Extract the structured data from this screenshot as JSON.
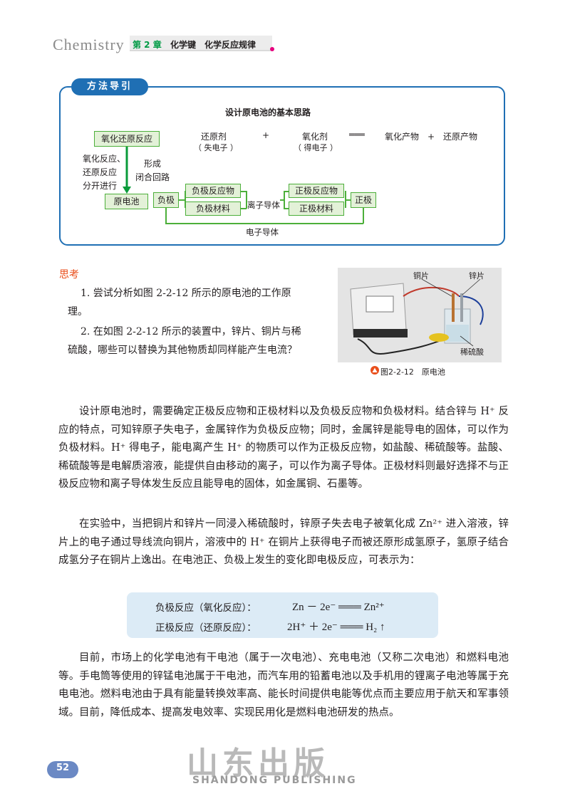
{
  "header": {
    "brand": "Chemistry",
    "chapter": "第 2 章",
    "chapter_title": "化学键　化学反应规律"
  },
  "method": {
    "tag": "方法导引",
    "diagram_title": "设计原电池的基本思路",
    "box_redox": "氧化还原反应",
    "left_note": [
      "氧化反应、",
      "还原反应",
      "分开进行"
    ],
    "mid_note": [
      "形成",
      "闭合回路"
    ],
    "box_cell": "原电池",
    "reductant": "还原剂",
    "reductant_sub": "（ 失电子 ）",
    "plus1": "+",
    "oxidant": "氧化剂",
    "oxidant_sub": "（ 得电子 ）",
    "equal": "═══",
    "products": "氧化产物　+　还原产物",
    "box_anode": "负极",
    "box_anode_reactant": "负极反应物",
    "box_anode_material": "负极材料",
    "ion_conductor": "离子导体",
    "box_cathode_reactant": "正极反应物",
    "box_cathode_material": "正极材料",
    "box_cathode": "正极",
    "electron_conductor": "电子导体"
  },
  "think": {
    "heading": "思考",
    "q1": "1. 尝试分析如图 2-2-12 所示的原电池的工作原理。",
    "q2": "2. 在如图 2-2-12 所示的装置中，锌片、铜片与稀硫酸，哪些可以替换为其他物质却同样能产生电流？"
  },
  "figure": {
    "label_cu": "铜片",
    "label_zn": "锌片",
    "label_acid": "稀硫酸",
    "caption": "图2-2-12　原电池"
  },
  "paragraphs": {
    "p1": "设计原电池时，需要确定正极反应物和正极材料以及负极反应物和负极材料。结合锌与 H⁺ 反应的特点，可知锌原子失电子，金属锌作为负极反应物；同时，金属锌是能导电的固体，可以作为负极材料。H⁺ 得电子，能电离产生 H⁺ 的物质可以作为正极反应物，如盐酸、稀硫酸等。盐酸、稀硫酸等是电解质溶液，能提供自由移动的离子，可以作为离子导体。正极材料则最好选择不与正极反应物和离子导体发生反应且能导电的固体，如金属铜、石墨等。",
    "p2": "在实验中，当把铜片和锌片一同浸入稀硫酸时，锌原子失去电子被氧化成 Zn²⁺ 进入溶液，锌片上的电子通过导线流向铜片，溶液中的 H⁺ 在铜片上获得电子而被还原形成氢原子，氢原子结合成氢分子在铜片上逸出。在电池正、负极上发生的变化即电极反应，可表示为：",
    "p3": "目前，市场上的化学电池有干电池（属于一次电池）、充电电池（又称二次电池）和燃料电池等。手电筒等使用的锌锰电池属于干电池，而汽车用的铅蓄电池以及手机用的锂离子电池等属于充电电池。燃料电池由于具有能量转换效率高、能长时间提供电能等优点而主要应用于航天和军事领域。目前，降低成本、提高发电效率、实现民用化是燃料电池研发的热点。"
  },
  "reactions": {
    "neg_label": "负极反应（氧化反应）：",
    "neg_eq": "Zn － 2e⁻ ═══ Zn²⁺",
    "pos_label": "正极反应（还原反应）：",
    "pos_eq": "2H⁺ ＋ 2e⁻ ═══ H₂ ↑"
  },
  "footer": {
    "page_number": "52",
    "watermark_cn": "山东出版",
    "watermark_en": "SHANDONG PUBLISHING"
  }
}
